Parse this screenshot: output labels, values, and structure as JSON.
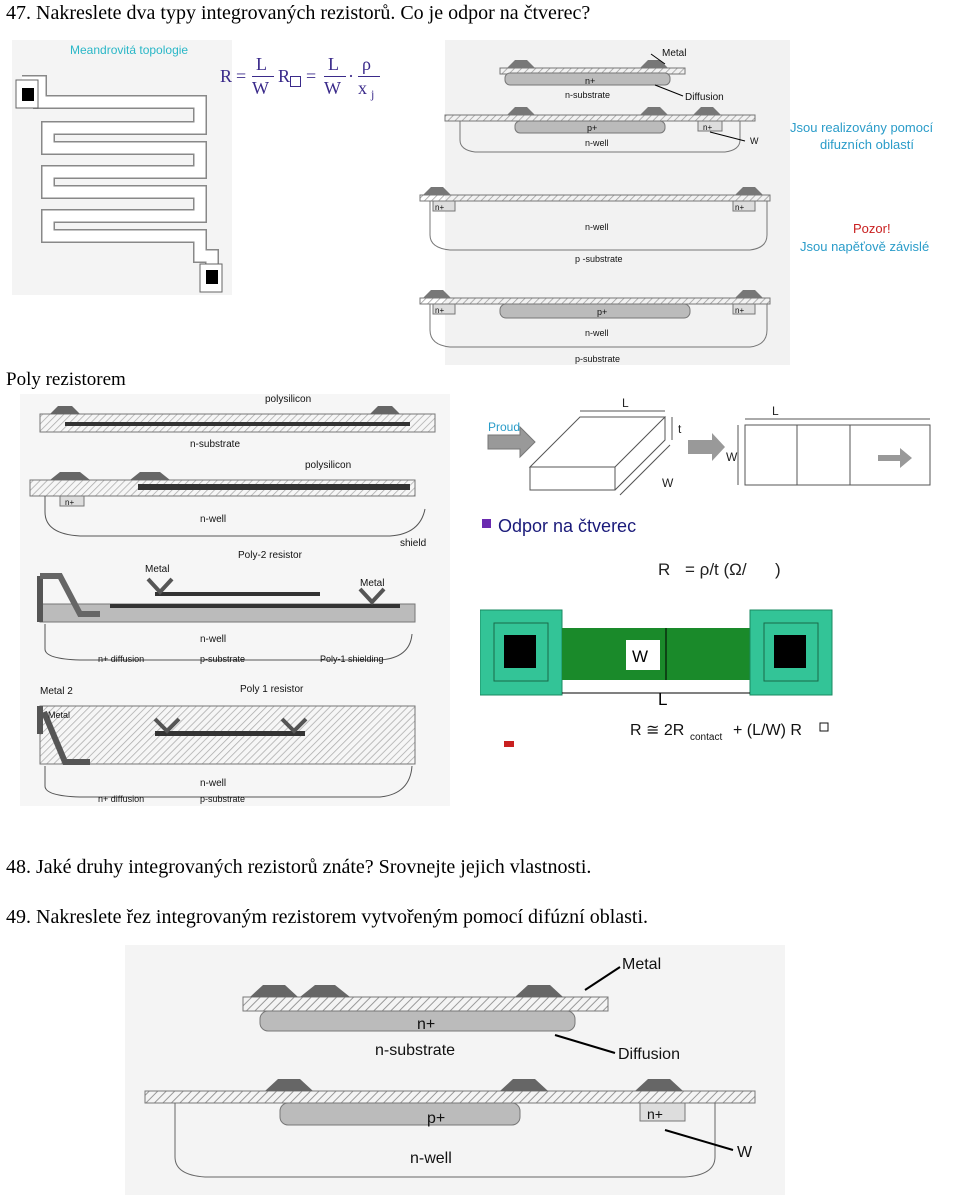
{
  "questions": {
    "q47": "47. Nakreslete dva typy integrovaných rezistorů. Co je odpor na čtverec?",
    "q48": "48. Jaké druhy integrovaných rezistorů znáte? Srovnejte jejich vlastnosti.",
    "q49": "49. Nakreslete řez integrovaným rezistorem vytvořeným pomocí difúzní oblasti."
  },
  "poly_title": "Poly rezistorem",
  "meander": {
    "label": "Meandrovitá topologie",
    "formula_R": "R",
    "formula_L": "L",
    "formula_W": "W",
    "formula_Rsq": "R",
    "formula_rho": "ρ",
    "formula_xj": "x",
    "formula_j": "j"
  },
  "diffusion_fig": {
    "metal": "Metal",
    "nplus": "n+",
    "n_substrate": "n-substrate",
    "diffusion": "Diffusion",
    "pplus": "p+",
    "nplus2": "n+",
    "n_well": "n-well",
    "w": "W",
    "note_blue_1": "Jsou realizovány pomocí",
    "note_blue_2": "difuzních oblastí",
    "nplus_a": "n+",
    "nplus_b": "n+",
    "n_well_2": "n-well",
    "p_substrate": "p -substrate",
    "note_red_1": "Pozor!",
    "note_red_2": "Jsou napěťově závislé",
    "nplus_c": "n+",
    "pplus_2": "p+",
    "nplus_d": "n+",
    "n_well_3": "n-well",
    "p_substrate_2": "p-substrate"
  },
  "poly_fig": {
    "polysilicon_1": "polysilicon",
    "n_substrate": "n-substrate",
    "polysilicon_2": "polysilicon",
    "nplus": "n+",
    "n_well": "n-well",
    "shield": "shield",
    "metal_1": "Metal",
    "poly2": "Poly-2 resistor",
    "metal_2": "Metal",
    "n_well_2": "n-well",
    "n_diff": "n+ diffusion",
    "p_sub": "p-substrate",
    "poly1_shield": "Poly-1 shielding",
    "metal2": "Metal 2",
    "poly1_res": "Poly   1 resistor",
    "metal_3": "Metal",
    "n_well_3": "n-well",
    "n_diff_2": "n+ diffusion",
    "p_sub_2": "p-substrate"
  },
  "sheet": {
    "proud": "Proud",
    "L": "L",
    "t": "t",
    "W": "W",
    "L2": "L",
    "W2": "W",
    "heading": "Odpor na čtverec",
    "formula": "R",
    "formula_rest": "= ρ/t  (Ω/",
    "formula_end": ")",
    "W3": "W",
    "L3": "L",
    "bottom_formula_a": "R ≅ 2R",
    "bottom_formula_sub": "contact",
    "bottom_formula_b": " + (L/W) R"
  },
  "big_fig": {
    "metal": "Metal",
    "nplus": "n+",
    "n_substrate": "n-substrate",
    "diffusion": "Diffusion",
    "pplus": "p+",
    "nplus2": "n+",
    "w": "W",
    "n_well": "n-well"
  },
  "colors": {
    "green_light": "#33c497",
    "green_dark": "#1a8a2a",
    "note_blue": "#2a9cc9",
    "note_red": "#c92020",
    "heading_blue": "#1a1a7a"
  }
}
